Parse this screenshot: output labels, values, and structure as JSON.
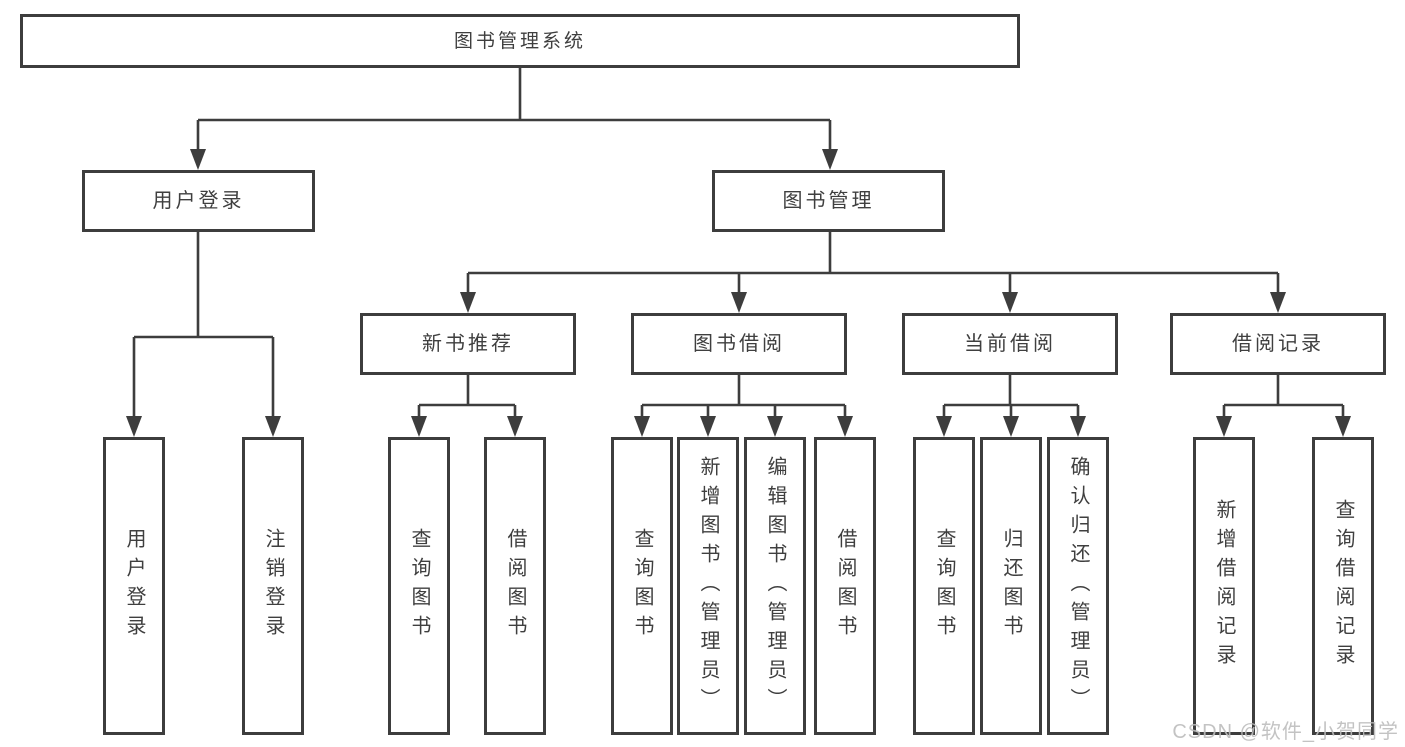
{
  "diagram": {
    "root": {
      "label": "图书管理系统"
    },
    "level2": [
      {
        "label": "用户登录"
      },
      {
        "label": "图书管理"
      }
    ],
    "level3": [
      {
        "label": "新书推荐",
        "parent": "图书管理"
      },
      {
        "label": "图书借阅",
        "parent": "图书管理"
      },
      {
        "label": "当前借阅",
        "parent": "图书管理"
      },
      {
        "label": "借阅记录",
        "parent": "图书管理"
      }
    ],
    "leaves": [
      {
        "label": "用户登录",
        "parent": "用户登录"
      },
      {
        "label": "注销登录",
        "parent": "用户登录"
      },
      {
        "label": "查询图书",
        "parent": "新书推荐"
      },
      {
        "label": "借阅图书",
        "parent": "新书推荐"
      },
      {
        "label": "查询图书",
        "parent": "图书借阅"
      },
      {
        "label": "新增图书（管理员）",
        "parent": "图书借阅"
      },
      {
        "label": "编辑图书（管理员）",
        "parent": "图书借阅"
      },
      {
        "label": "借阅图书",
        "parent": "图书借阅"
      },
      {
        "label": "查询图书",
        "parent": "当前借阅"
      },
      {
        "label": "归还图书",
        "parent": "当前借阅"
      },
      {
        "label": "确认归还（管理员）",
        "parent": "当前借阅"
      },
      {
        "label": "新增借阅记录",
        "parent": "借阅记录"
      },
      {
        "label": "查询借阅记录",
        "parent": "借阅记录"
      }
    ]
  },
  "watermark": "CSDN @软件_小贺同学",
  "colors": {
    "line": "#3d3d3d",
    "text": "#3f3f3f",
    "background": "#ffffff",
    "watermark": "#bdbdbd"
  }
}
